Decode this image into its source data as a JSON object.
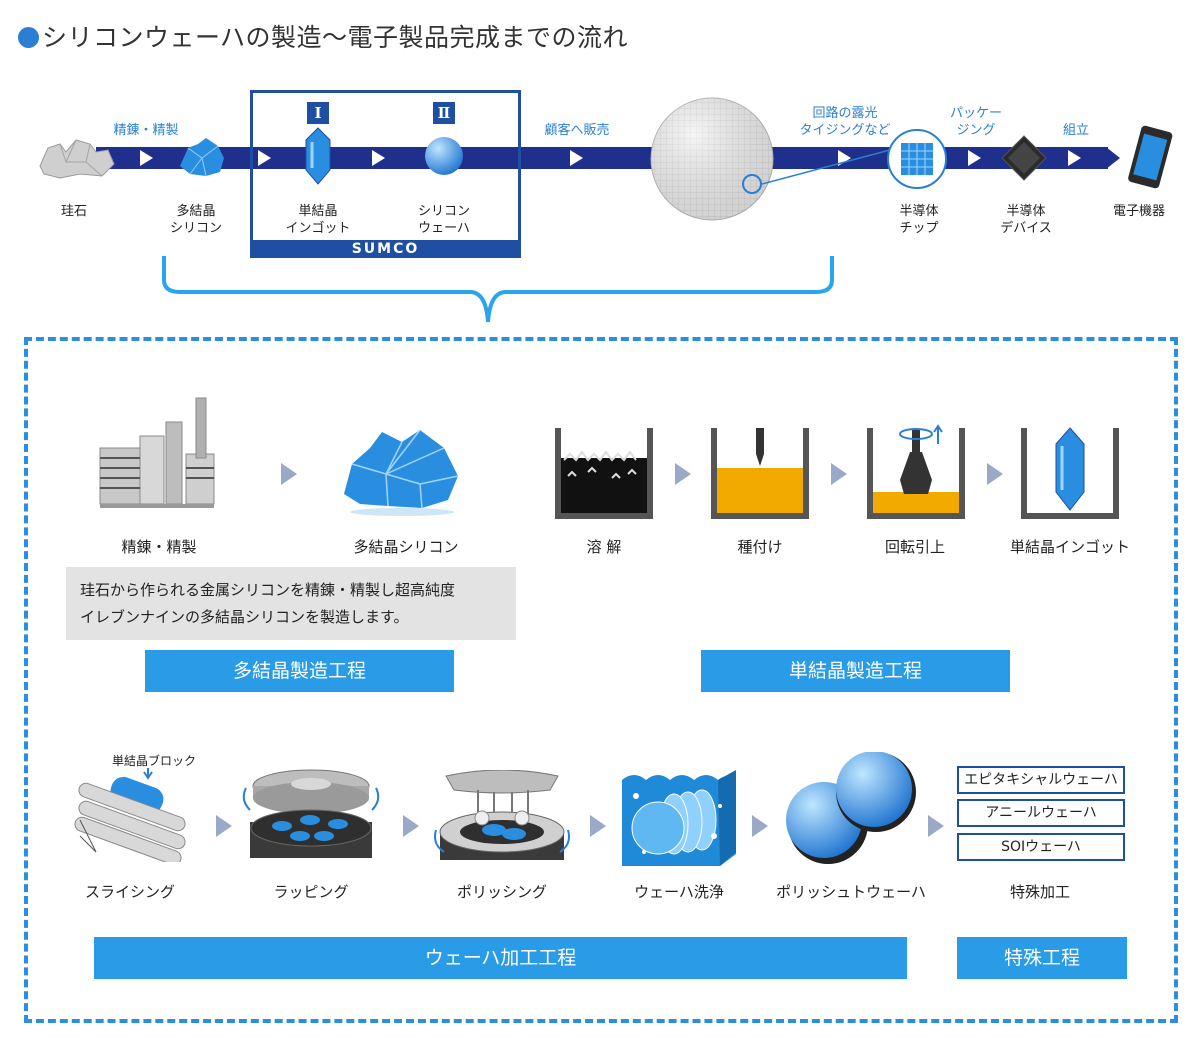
{
  "title": "シリコンウェーハの製造〜電子製品完成までの流れ",
  "overview": {
    "steps": [
      {
        "label1": "珪石",
        "label2": ""
      },
      {
        "label1": "多結晶",
        "label2": "シリコン"
      },
      {
        "label1": "単結晶",
        "label2": "インゴット"
      },
      {
        "label1": "シリコン",
        "label2": "ウェーハ"
      },
      {
        "label1": "半導体",
        "label2": "チップ"
      },
      {
        "label1": "半導体",
        "label2": "デバイス"
      },
      {
        "label1": "電子機器",
        "label2": ""
      }
    ],
    "arrow_labels": {
      "refine": "精錬・精製",
      "sale": "顧客へ販売",
      "exposure1": "回路の露光",
      "exposure2": "タイジングなど",
      "package1": "パッケー",
      "package2": "ジング",
      "assembly": "組立"
    },
    "roman1": "Ⅰ",
    "roman2": "Ⅱ",
    "company": "SUMCO"
  },
  "poly": {
    "step1": "精錬・精製",
    "step2": "多結晶シリコン",
    "desc1": "珪石から作られる金属シリコンを精錬・精製し超高純度",
    "desc2": "イレブンナインの多結晶シリコンを製造します。",
    "stage": "多結晶製造工程"
  },
  "mono": {
    "steps": [
      "溶 解",
      "種付け",
      "回転引上",
      "単結晶インゴット"
    ],
    "stage": "単結晶製造工程"
  },
  "wafer": {
    "block_label": "単結晶ブロック",
    "steps": [
      "スライシング",
      "ラッピング",
      "ポリッシング",
      "ウェーハ洗浄",
      "ポリッシュトウェーハ",
      "特殊加工"
    ],
    "special_items": [
      "エピタキシャルウェーハ",
      "アニールウェーハ",
      "SOIウェーハ"
    ],
    "stage": "ウェーハ加工工程",
    "special_stage": "特殊工程"
  }
}
